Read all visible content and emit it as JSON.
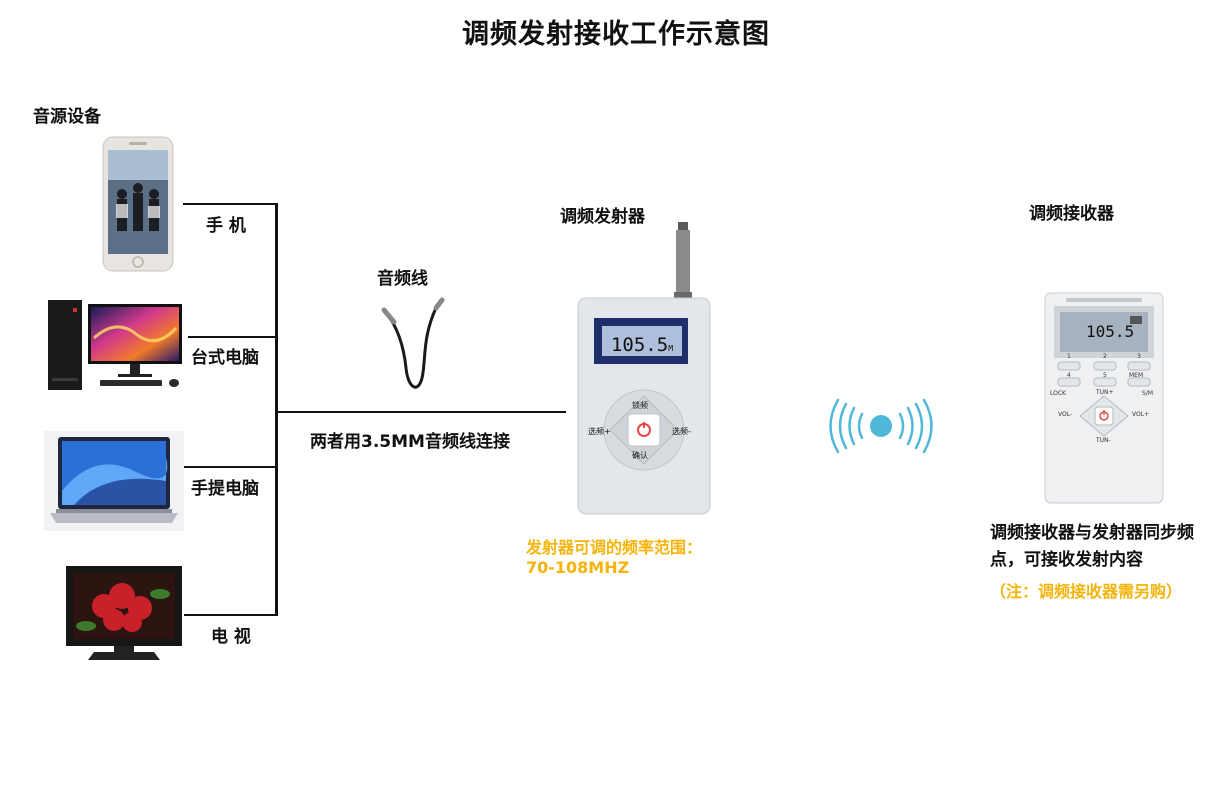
{
  "title": "调频发射接收工作示意图",
  "source_heading": "音源设备",
  "sources": [
    {
      "label": "手 机",
      "icon": "smartphone-icon"
    },
    {
      "label": "台式电脑",
      "icon": "desktop-computer-icon"
    },
    {
      "label": "手提电脑",
      "icon": "laptop-icon"
    },
    {
      "label": "电 视",
      "icon": "tv-icon"
    }
  ],
  "cable": {
    "label": "音频线",
    "note": "两者用3.5MM音频线连接",
    "icon": "audio-cable-icon"
  },
  "transmitter": {
    "label": "调频发射器",
    "display": "105.5",
    "unit": "M",
    "buttons": {
      "top": "锁频",
      "bottom": "确认",
      "left": "选频+",
      "right": "选频-"
    },
    "range_line1": "发射器可调的频率范围：",
    "range_line2": "70-108MHZ",
    "icon": "fm-transmitter-icon"
  },
  "signal": {
    "icon": "wireless-signal-icon",
    "color": "#4fb8d8"
  },
  "receiver": {
    "label": "调频接收器",
    "display": "105.5",
    "keys": [
      "1",
      "2",
      "3",
      "4",
      "5",
      "MEM",
      "LOCK",
      "TUN+",
      "S/M",
      "VOL-",
      "VOL+",
      "TUN-"
    ],
    "desc_line1": "调频接收器与发射器同步频",
    "desc_line2": "点，可接收发射内容",
    "note": "（注：调频接收器需另购）",
    "icon": "fm-receiver-icon"
  },
  "colors": {
    "accent": "#f6b40a",
    "lcd": "#1f2f6a",
    "power": "#e64848"
  }
}
